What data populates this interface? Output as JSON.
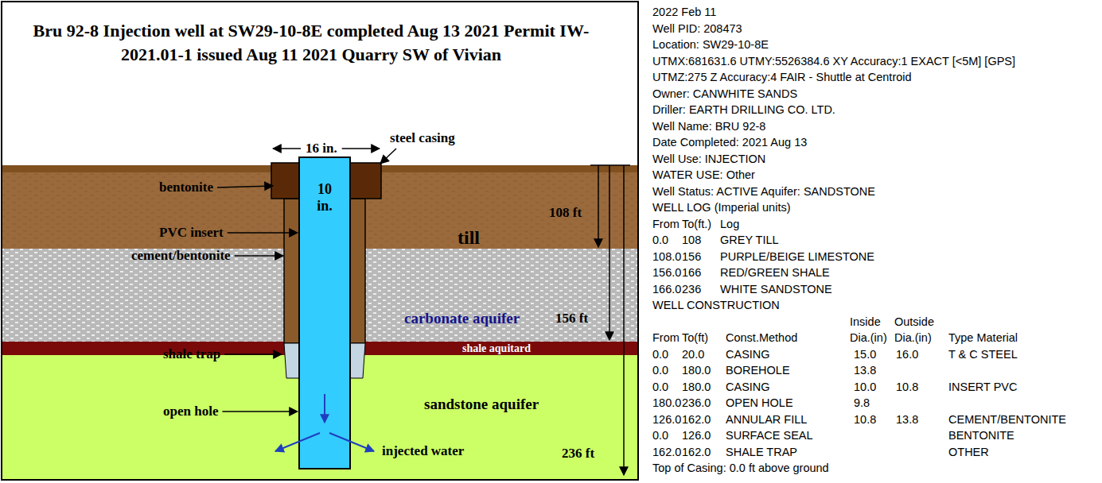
{
  "diagram": {
    "title": "Bru 92-8 Injection well at SW29-10-8E completed Aug 13 2021 Permit IW-2021.01-1 issued Aug 11 2021 Quarry SW of Vivian",
    "nodes": [
      {
        "text": [
          "till"
        ]
      },
      {
        "text": [
          "carbonate aquifer"
        ]
      },
      {
        "text": [
          "shale aquitard"
        ]
      },
      {
        "text": [
          "sandstone aquifer"
        ]
      },
      {
        "text": [
          "10 in."
        ]
      }
    ],
    "labels": [
      "16 in.",
      "steel casing",
      "bentonite",
      "PVC insert",
      "cement/bentonite",
      "108 ft",
      "156 ft",
      "shale trap",
      "open hole",
      "injected water",
      "236 ft",
      "2022 Feb 11",
      "Well PID: 208473",
      "Location: SW29-10-8E",
      "UTMX:681631.6 UTMY:5526384.6 XY Accuracy:1 EXACT [<5M] [GPS]",
      "UTMZ:275 Z Accuracy:4 FAIR - Shuttle at Centroid",
      "Owner: CANWHITE SANDS",
      "Driller: EARTH DRILLING CO. LTD.",
      "Well Name: BRU 92-8",
      "Date Completed: 2021 Aug 13",
      "Well Use: INJECTION",
      "WATER USE: Other",
      "Well Status: ACTIVE Aquifer: SANDSTONE",
      "WELL LOG (Imperial units)",
      "From",
      "To(ft.)",
      "Log",
      "0.0",
      "108",
      "GREY TILL",
      "108.0",
      "156",
      "PURPLE/BEIGE LIMESTONE",
      "156.0",
      "166",
      "RED/GREEN SHALE",
      "166.0",
      "236",
      "WHITE SANDSTONE",
      "WELL CONSTRUCTION",
      "Inside",
      "Outside",
      "From",
      "To(ft)",
      "Const.Method",
      "Dia.(in)",
      "Dia.(in)",
      "Type Material",
      "0.0",
      "20.0",
      "CASING",
      "15.0",
      "16.0",
      "T & C STEEL",
      "0.0",
      "180.0",
      "BOREHOLE",
      "13.8",
      "0.0",
      "180.0",
      "CASING",
      "10.0",
      "10.8",
      "INSERT PVC",
      "180.0",
      "236.0",
      "OPEN HOLE",
      "9.8",
      "126.0",
      "162.0",
      "ANNULAR FILL",
      "10.8",
      "13.8",
      "CEMENT/BENTONITE",
      "0.0",
      "126.0",
      "SURFACE SEAL",
      "BENTONITE",
      "162.0",
      "162.0",
      "SHALE TRAP",
      "OTHER",
      "Top of Casing: 0.0 ft above ground"
    ]
  }
}
